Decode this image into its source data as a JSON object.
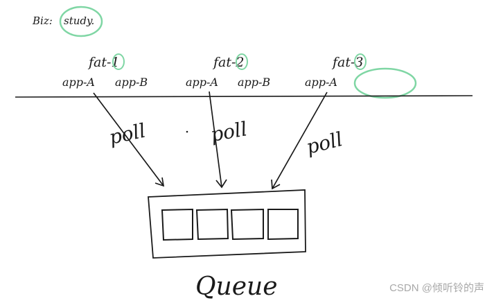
{
  "biz_label": "Biz:",
  "biz_value": "study.",
  "envs": [
    {
      "name": "fat-1",
      "apps": [
        "app-A",
        "app-B"
      ]
    },
    {
      "name": "fat-2",
      "apps": [
        "app-A",
        "app-B"
      ]
    },
    {
      "name": "fat-3",
      "apps": [
        "app-A"
      ]
    }
  ],
  "edge_label": "poll",
  "queue_label": "Queue",
  "watermark": "CSDN @倾听铃的声",
  "colors": {
    "ink": "#1a1a1a",
    "highlight": "#7fd6a4",
    "watermark": "#a8a8a8"
  }
}
